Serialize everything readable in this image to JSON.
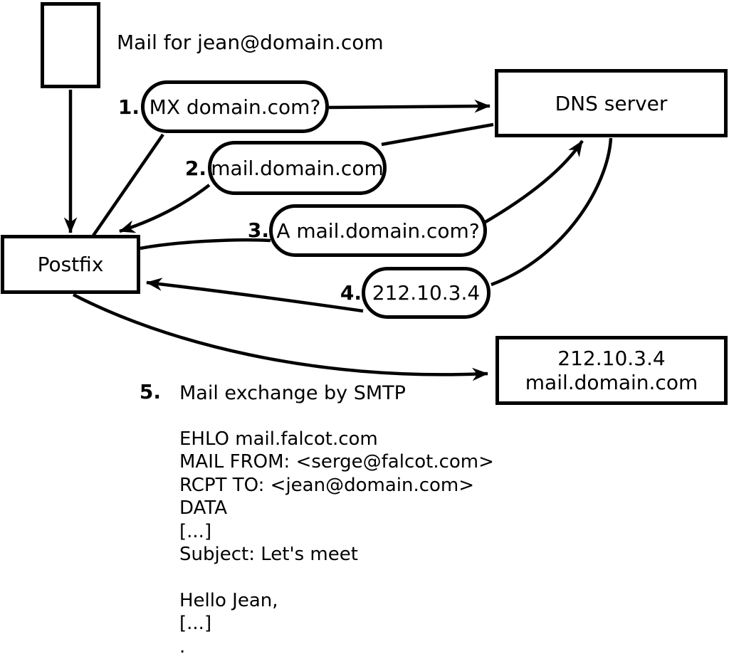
{
  "note": {
    "mail_for": "Mail for jean@domain.com"
  },
  "nodes": {
    "postfix": {
      "label": "Postfix"
    },
    "dns": {
      "label": "DNS server"
    },
    "mail_server": {
      "line1": "212.10.3.4",
      "line2": "mail.domain.com"
    }
  },
  "steps": [
    {
      "num": "1.",
      "label": "MX domain.com?"
    },
    {
      "num": "2.",
      "label": "mail.domain.com"
    },
    {
      "num": "3.",
      "label": "A mail.domain.com?"
    },
    {
      "num": "4.",
      "label": "212.10.3.4"
    },
    {
      "num": "5.",
      "label": "Mail exchange by SMTP"
    }
  ],
  "smtp_session": {
    "lines": [
      "EHLO mail.falcot.com",
      "MAIL FROM: <serge@falcot.com>",
      "RCPT TO: <jean@domain.com>",
      "DATA",
      "[...]",
      "Subject: Let's meet",
      "",
      "Hello Jean,",
      "[...]",
      "."
    ]
  },
  "colors": {
    "ink": "#000000",
    "background": "#ffffff"
  }
}
